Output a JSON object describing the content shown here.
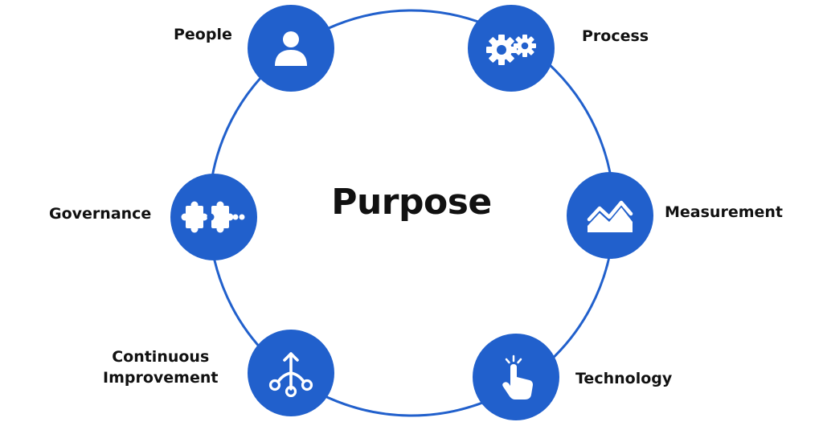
{
  "diagram": {
    "center_title": "Purpose",
    "accent_color": "#2160CC",
    "ring_color": "#2160CC",
    "nodes": [
      {
        "id": "people",
        "label": "People",
        "icon": "person-icon"
      },
      {
        "id": "process",
        "label": "Process",
        "icon": "gears-icon"
      },
      {
        "id": "measurement",
        "label": "Measurement",
        "icon": "line-chart-icon"
      },
      {
        "id": "technology",
        "label": "Technology",
        "icon": "hand-tap-icon"
      },
      {
        "id": "continuous",
        "label_line1": "Continuous",
        "label_line2": "Improvement",
        "icon": "branching-arrows-icon"
      },
      {
        "id": "governance",
        "label": "Governance",
        "icon": "puzzle-icon"
      }
    ]
  }
}
